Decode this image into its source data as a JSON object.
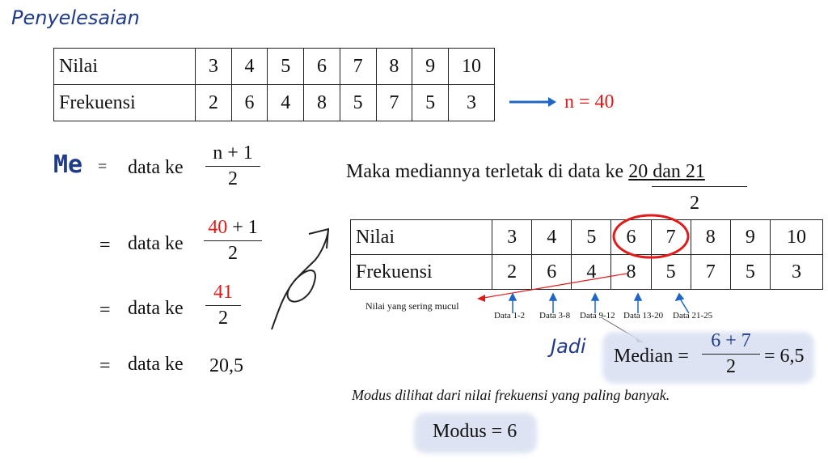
{
  "heading": "Penyelesaian",
  "table1": {
    "row1_label": "Nilai",
    "row1": [
      "3",
      "4",
      "5",
      "6",
      "7",
      "8",
      "9",
      "10"
    ],
    "row2_label": "Frekuensi",
    "row2": [
      "2",
      "6",
      "4",
      "8",
      "5",
      "7",
      "5",
      "3"
    ]
  },
  "n_text": "n = 40",
  "me_label": "Me",
  "eq": {
    "equals": "=",
    "data_ke": "data ke",
    "f1_num": "n + 1",
    "f1_den": "2",
    "f2_num_red": "40",
    "f2_num_rest": " + 1",
    "f2_den": "2",
    "f3_num": "41",
    "f3_den": "2",
    "result": "20,5"
  },
  "median_text": {
    "prefix": "Maka mediannya  terletak di data ke ",
    "underlined": "20 dan 21",
    "denominator": "2"
  },
  "table2": {
    "row1_label": "Nilai",
    "row1": [
      "3",
      "4",
      "5",
      "6",
      "7",
      "8",
      "9",
      "10"
    ],
    "row2_label": "Frekuensi",
    "row2": [
      "2",
      "6",
      "4",
      "8",
      "5",
      "7",
      "5",
      "3"
    ]
  },
  "annotations": {
    "sering": "Nilai yang sering mucul",
    "d1": "Data 1-2",
    "d2": "Data 3-8",
    "d3": "Data 9-12",
    "d4": "Data 13-20",
    "d5": "Data 21-25"
  },
  "jadi": "Jadi",
  "median_calc": {
    "label": "Median =",
    "num": "6 + 7",
    "den": "2",
    "result": "= 6,5"
  },
  "modus_note": "Modus dilihat dari nilai frekuensi yang paling banyak.",
  "modus": "Modus = 6",
  "colors": {
    "accent_blue": "#1f66c4",
    "red": "#e01b1b",
    "hand_blue": "#1f3b8a"
  }
}
